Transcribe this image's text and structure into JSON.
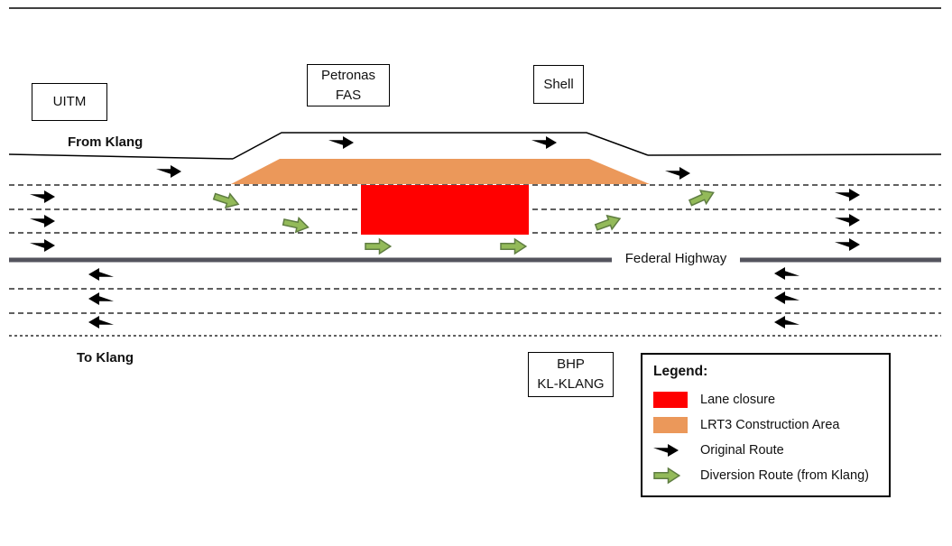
{
  "landmarks": {
    "uitm": "UITM",
    "petronas": [
      "Petronas",
      "FAS"
    ],
    "shell": "Shell",
    "bhp": [
      "BHP",
      "KL-KLANG"
    ]
  },
  "road_labels": {
    "from_klang": "From Klang",
    "federal_highway": "Federal Highway",
    "to_klang": "To Klang"
  },
  "legend": {
    "title": "Legend:",
    "items": [
      {
        "icon": "lane-closure-swatch",
        "color": "#FF0000",
        "label": "Lane closure"
      },
      {
        "icon": "construction-area-swatch",
        "color": "#EB985A",
        "label": "LRT3 Construction Area"
      },
      {
        "icon": "black-right-arrow-icon",
        "color": "#000000",
        "label": "Original Route"
      },
      {
        "icon": "green-right-arrow-icon",
        "color": "#93BA59",
        "label": "Diversion Route (from Klang)"
      }
    ]
  },
  "colors": {
    "lane_closure": "#FF0000",
    "construction_area": "#EB985A",
    "original_route_arrow": "#000000",
    "diversion_arrow_fill": "#93BA59",
    "diversion_arrow_border": "#5F7D42",
    "highway_median": "#54545E",
    "road_line": "#000000",
    "background": "#FFFFFF"
  }
}
